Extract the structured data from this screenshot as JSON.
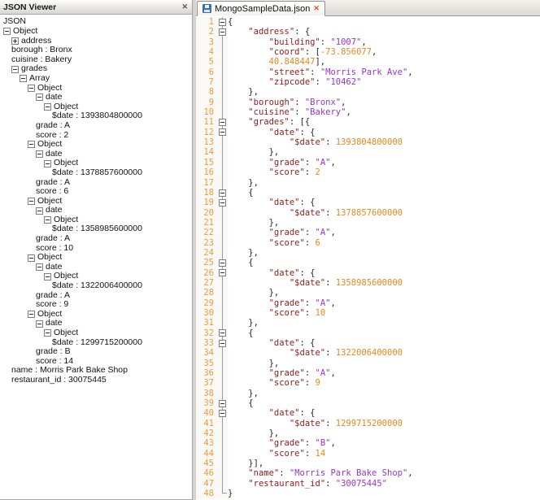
{
  "colors": {
    "key": "#8d2020",
    "string": "#9a36c9",
    "number": "#e8871d",
    "punctuation": "#262626",
    "line_number": "#ef9b3a",
    "tab_close": "#d9541e"
  },
  "left_panel": {
    "title": "JSON Viewer",
    "close_glyph": "✕",
    "root_label": "JSON",
    "tree": [
      {
        "label": "Object",
        "depth": 0,
        "toggle": "minus"
      },
      {
        "label": "address",
        "depth": 1,
        "toggle": "plus"
      },
      {
        "label": "borough : Bronx",
        "depth": 1,
        "toggle": "none"
      },
      {
        "label": "cuisine : Bakery",
        "depth": 1,
        "toggle": "none"
      },
      {
        "label": "grades",
        "depth": 1,
        "toggle": "minus"
      },
      {
        "label": "Array",
        "depth": 2,
        "toggle": "minus"
      },
      {
        "label": "Object",
        "depth": 3,
        "toggle": "minus"
      },
      {
        "label": "date",
        "depth": 4,
        "toggle": "minus"
      },
      {
        "label": "Object",
        "depth": 5,
        "toggle": "minus"
      },
      {
        "label": "$date : 1393804800000",
        "depth": 6,
        "toggle": "none"
      },
      {
        "label": "grade : A",
        "depth": 4,
        "toggle": "none"
      },
      {
        "label": "score : 2",
        "depth": 4,
        "toggle": "none"
      },
      {
        "label": "Object",
        "depth": 3,
        "toggle": "minus"
      },
      {
        "label": "date",
        "depth": 4,
        "toggle": "minus"
      },
      {
        "label": "Object",
        "depth": 5,
        "toggle": "minus"
      },
      {
        "label": "$date : 1378857600000",
        "depth": 6,
        "toggle": "none"
      },
      {
        "label": "grade : A",
        "depth": 4,
        "toggle": "none"
      },
      {
        "label": "score : 6",
        "depth": 4,
        "toggle": "none"
      },
      {
        "label": "Object",
        "depth": 3,
        "toggle": "minus"
      },
      {
        "label": "date",
        "depth": 4,
        "toggle": "minus"
      },
      {
        "label": "Object",
        "depth": 5,
        "toggle": "minus"
      },
      {
        "label": "$date : 1358985600000",
        "depth": 6,
        "toggle": "none"
      },
      {
        "label": "grade : A",
        "depth": 4,
        "toggle": "none"
      },
      {
        "label": "score : 10",
        "depth": 4,
        "toggle": "none"
      },
      {
        "label": "Object",
        "depth": 3,
        "toggle": "minus"
      },
      {
        "label": "date",
        "depth": 4,
        "toggle": "minus"
      },
      {
        "label": "Object",
        "depth": 5,
        "toggle": "minus"
      },
      {
        "label": "$date : 1322006400000",
        "depth": 6,
        "toggle": "none"
      },
      {
        "label": "grade : A",
        "depth": 4,
        "toggle": "none"
      },
      {
        "label": "score : 9",
        "depth": 4,
        "toggle": "none"
      },
      {
        "label": "Object",
        "depth": 3,
        "toggle": "minus"
      },
      {
        "label": "date",
        "depth": 4,
        "toggle": "minus"
      },
      {
        "label": "Object",
        "depth": 5,
        "toggle": "minus"
      },
      {
        "label": "$date : 1299715200000",
        "depth": 6,
        "toggle": "none"
      },
      {
        "label": "grade : B",
        "depth": 4,
        "toggle": "none"
      },
      {
        "label": "score : 14",
        "depth": 4,
        "toggle": "none"
      },
      {
        "label": "name : Morris Park Bake Shop",
        "depth": 1,
        "toggle": "none"
      },
      {
        "label": "restaurant_id : 30075445",
        "depth": 1,
        "toggle": "none"
      }
    ]
  },
  "editor": {
    "tab_label": "MongoSampleData.json",
    "tab_close_glyph": "✕",
    "file_icon": "floppy-disk",
    "lines": [
      {
        "f": "o",
        "t": "{"
      },
      {
        "f": "o",
        "t": "    \"address\": {"
      },
      {
        "f": "i",
        "t": "        \"building\": \"1007\","
      },
      {
        "f": "i",
        "t": "        \"coord\": [-73.856077,"
      },
      {
        "f": "i",
        "t": "        40.848447],"
      },
      {
        "f": "i",
        "t": "        \"street\": \"Morris Park Ave\","
      },
      {
        "f": "i",
        "t": "        \"zipcode\": \"10462\""
      },
      {
        "f": "i",
        "t": "    },"
      },
      {
        "f": "i",
        "t": "    \"borough\": \"Bronx\","
      },
      {
        "f": "i",
        "t": "    \"cuisine\": \"Bakery\","
      },
      {
        "f": "o",
        "t": "    \"grades\": [{"
      },
      {
        "f": "o",
        "t": "        \"date\": {"
      },
      {
        "f": "i",
        "t": "            \"$date\": 1393804800000"
      },
      {
        "f": "i",
        "t": "        },"
      },
      {
        "f": "i",
        "t": "        \"grade\": \"A\","
      },
      {
        "f": "i",
        "t": "        \"score\": 2"
      },
      {
        "f": "i",
        "t": "    },"
      },
      {
        "f": "o",
        "t": "    {"
      },
      {
        "f": "o",
        "t": "        \"date\": {"
      },
      {
        "f": "i",
        "t": "            \"$date\": 1378857600000"
      },
      {
        "f": "i",
        "t": "        },"
      },
      {
        "f": "i",
        "t": "        \"grade\": \"A\","
      },
      {
        "f": "i",
        "t": "        \"score\": 6"
      },
      {
        "f": "i",
        "t": "    },"
      },
      {
        "f": "o",
        "t": "    {"
      },
      {
        "f": "o",
        "t": "        \"date\": {"
      },
      {
        "f": "i",
        "t": "            \"$date\": 1358985600000"
      },
      {
        "f": "i",
        "t": "        },"
      },
      {
        "f": "i",
        "t": "        \"grade\": \"A\","
      },
      {
        "f": "i",
        "t": "        \"score\": 10"
      },
      {
        "f": "i",
        "t": "    },"
      },
      {
        "f": "o",
        "t": "    {"
      },
      {
        "f": "o",
        "t": "        \"date\": {"
      },
      {
        "f": "i",
        "t": "            \"$date\": 1322006400000"
      },
      {
        "f": "i",
        "t": "        },"
      },
      {
        "f": "i",
        "t": "        \"grade\": \"A\","
      },
      {
        "f": "i",
        "t": "        \"score\": 9"
      },
      {
        "f": "i",
        "t": "    },"
      },
      {
        "f": "o",
        "t": "    {"
      },
      {
        "f": "o",
        "t": "        \"date\": {"
      },
      {
        "f": "i",
        "t": "            \"$date\": 1299715200000"
      },
      {
        "f": "i",
        "t": "        },"
      },
      {
        "f": "i",
        "t": "        \"grade\": \"B\","
      },
      {
        "f": "i",
        "t": "        \"score\": 14"
      },
      {
        "f": "i",
        "t": "    }],"
      },
      {
        "f": "i",
        "t": "    \"name\": \"Morris Park Bake Shop\","
      },
      {
        "f": "i",
        "t": "    \"restaurant_id\": \"30075445\""
      },
      {
        "f": "e",
        "t": "}"
      }
    ]
  }
}
